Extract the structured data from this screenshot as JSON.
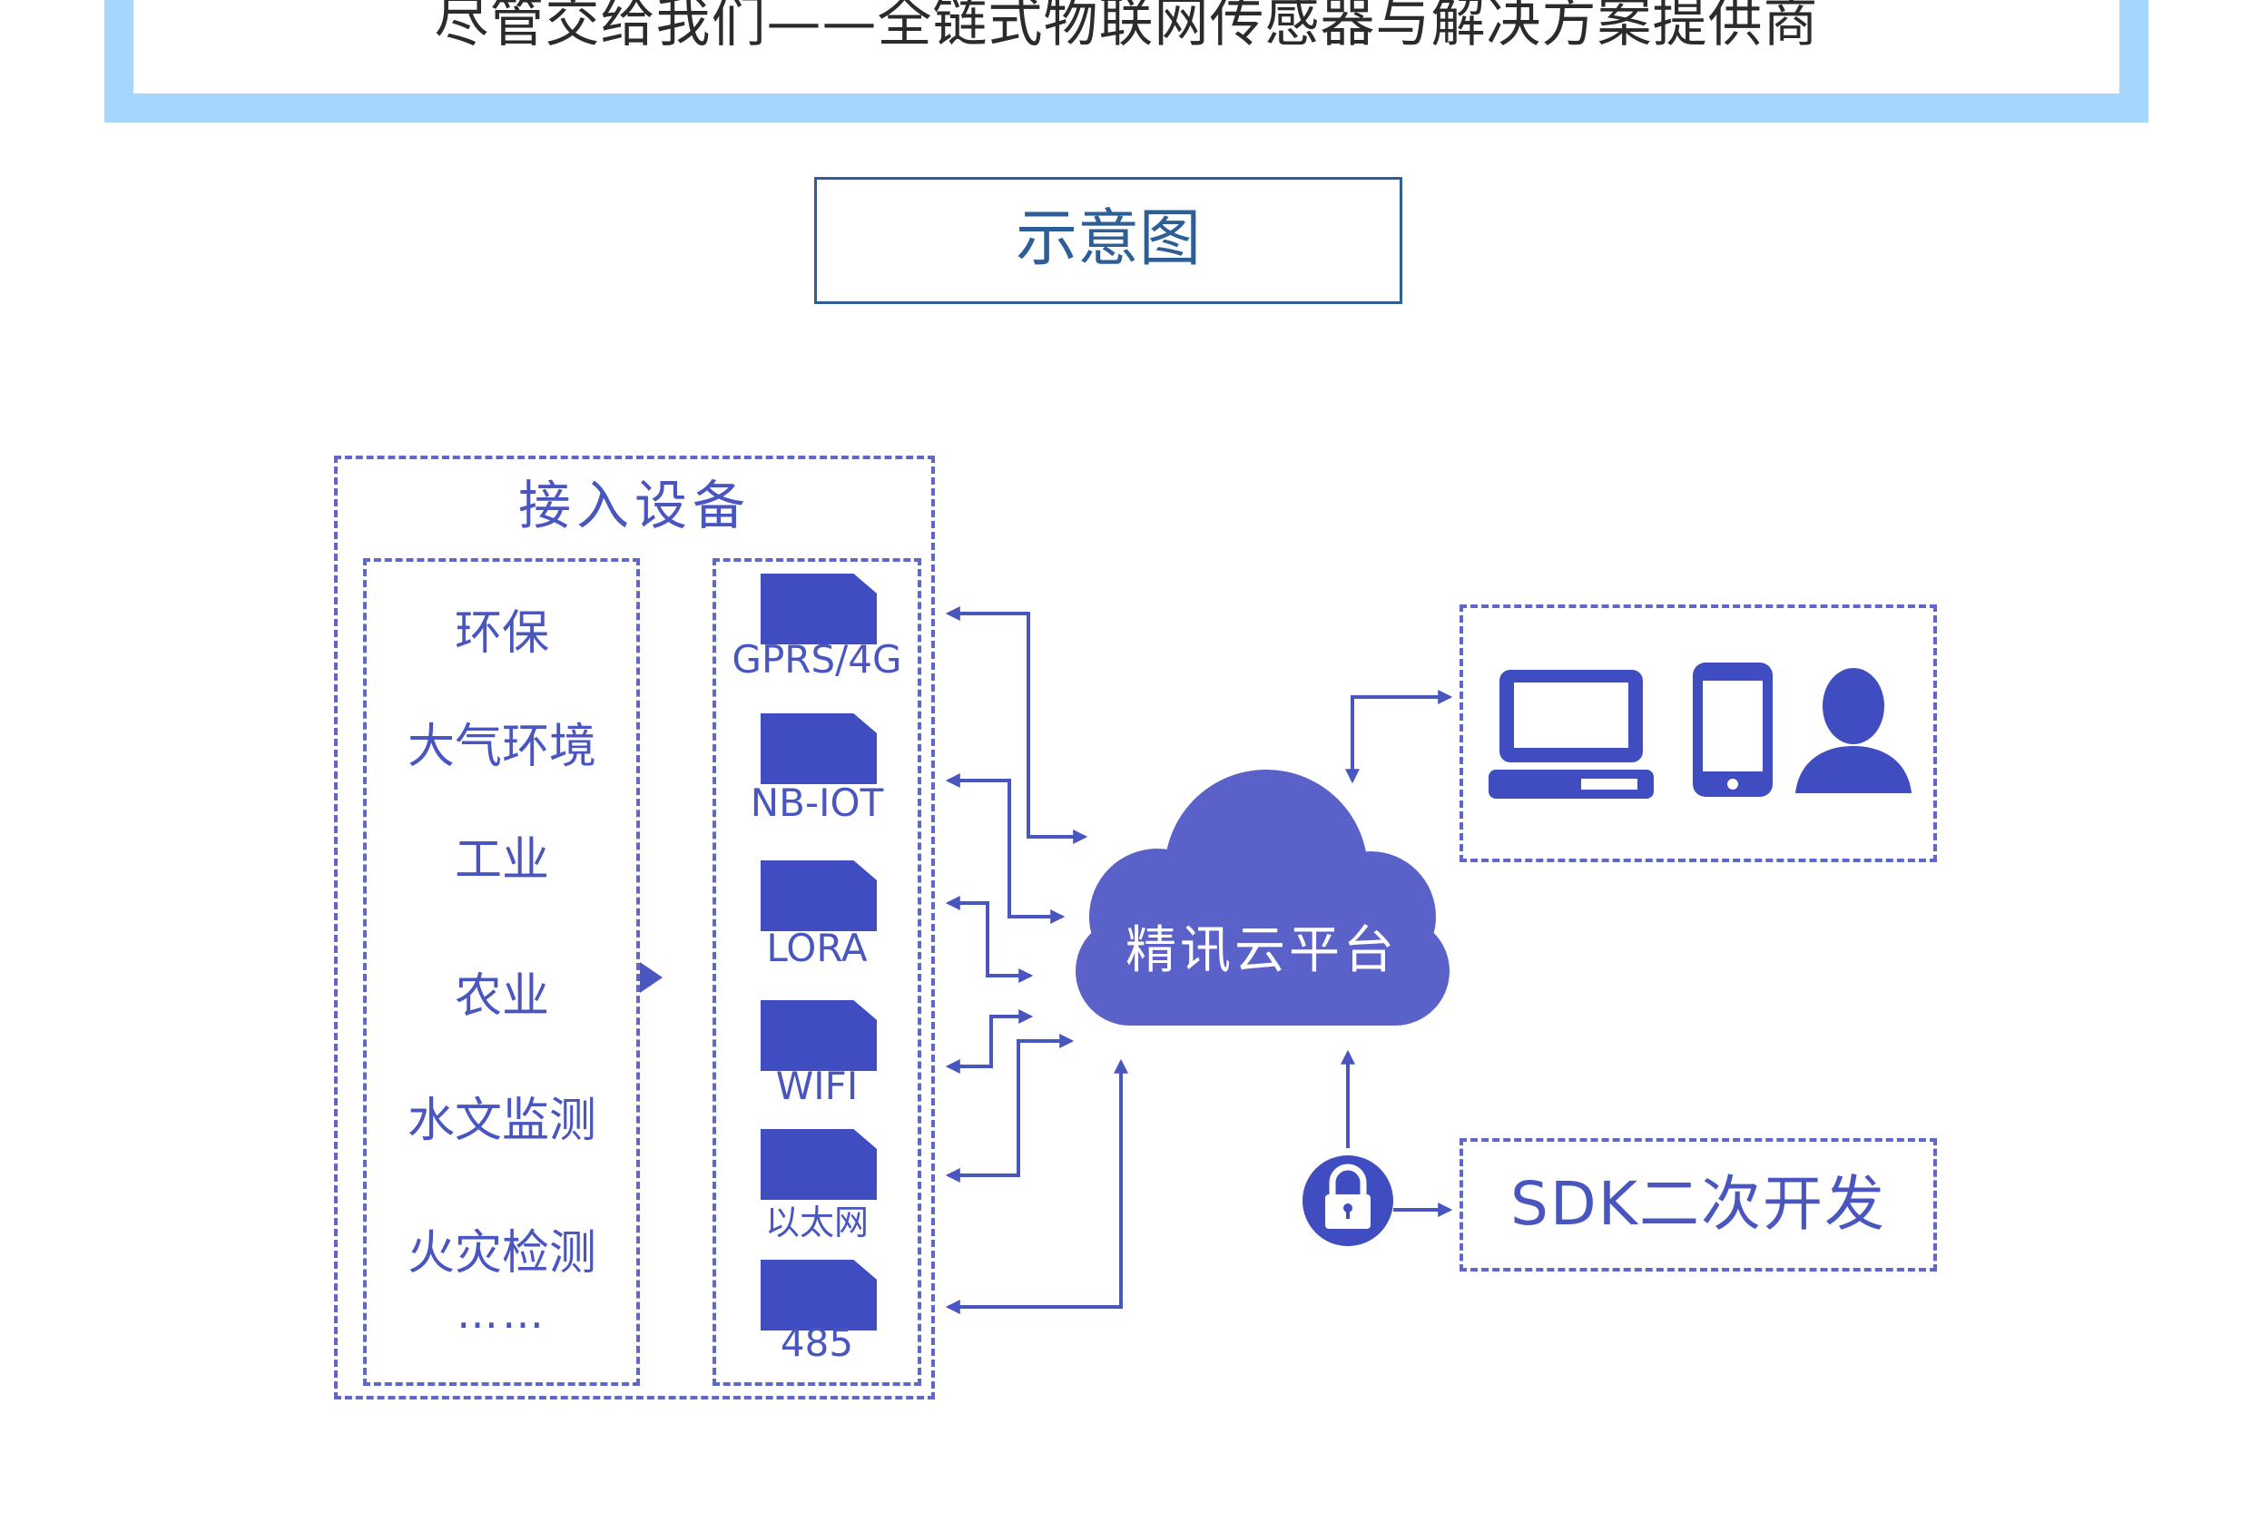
{
  "header": {
    "title": "尽管交给我们——全链式物联网传感器与解决方案提供商"
  },
  "diagram_label": "示意图",
  "access_panel": {
    "title": "接入设备",
    "industries": [
      "环保",
      "大气环境",
      "工业",
      "农业",
      "水文监测",
      "火灾检测"
    ],
    "more": "……",
    "protocols": [
      "GPRS/4G",
      "NB-IOT",
      "LORA",
      "WIFI",
      "以太网",
      "485"
    ]
  },
  "cloud": {
    "label": "精讯云平台"
  },
  "terminals": {
    "icons": [
      "laptop-icon",
      "phone-icon",
      "user-icon"
    ]
  },
  "sdk": {
    "label": "SDK二次开发",
    "icon": "lock-icon"
  },
  "colors": {
    "accent": "#4a56c0",
    "cloud": "#5a62c9",
    "banner_border": "#a5d6fb",
    "label_border": "#2e5e96"
  }
}
